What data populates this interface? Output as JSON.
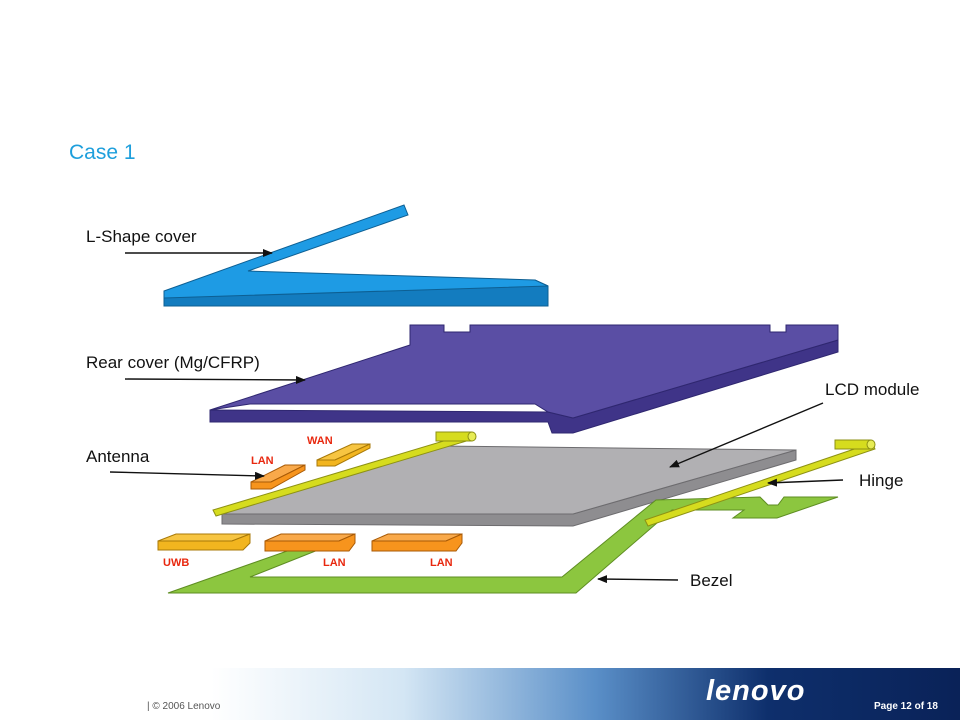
{
  "slide": {
    "title": "Case 1"
  },
  "diagram": {
    "labels": {
      "l_shape_cover": "L-Shape cover",
      "rear_cover": "Rear cover (Mg/CFRP)",
      "antenna": "Antenna",
      "lcd_module": "LCD module",
      "hinge": "Hinge",
      "bezel": "Bezel"
    },
    "antenna_parts": {
      "wan": "WAN",
      "lan_top": "LAN",
      "uwb": "UWB",
      "lan_bottom_1": "LAN",
      "lan_bottom_2": "LAN"
    },
    "colors": {
      "l_shape_cover": "#1e9be4",
      "rear_cover": "#5a4ea4",
      "lcd_module": "#b1b0b3",
      "bezel": "#8cc63f",
      "hinge": "#d6dc1e",
      "antenna_lan": "#f7941d",
      "antenna_wan": "#f2b51f",
      "label_accent": "#e8280f",
      "title": "#1e9fdc"
    }
  },
  "footer": {
    "copyright": "| © 2006 Lenovo",
    "logo": "lenovo",
    "page": "Page 12 of 18"
  }
}
